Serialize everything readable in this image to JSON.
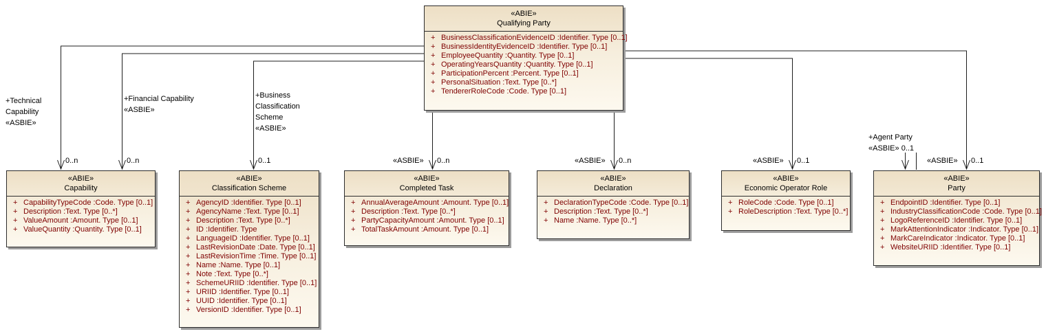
{
  "colors": {
    "attribute_text": "#7f0000",
    "box_fill_top": "#eddfc5",
    "box_fill_bottom": "#fdf9ef",
    "line": "#2b2b2b",
    "shadow": "#9c9c9c"
  },
  "classes": [
    {
      "id": "qualifying-party",
      "stereotype": "«ABIE»",
      "name": "Qualifying Party",
      "attributes": [
        {
          "vis": "+",
          "text": "BusinessClassificationEvidenceID  :Identifier. Type [0..1]"
        },
        {
          "vis": "+",
          "text": "BusinessIdentityEvidenceID  :Identifier. Type [0..1]"
        },
        {
          "vis": "+",
          "text": "EmployeeQuantity  :Quantity. Type [0..1]"
        },
        {
          "vis": "+",
          "text": "OperatingYearsQuantity  :Quantity. Type [0..1]"
        },
        {
          "vis": "+",
          "text": "ParticipationPercent  :Percent. Type [0..1]"
        },
        {
          "vis": "+",
          "text": "PersonalSituation  :Text. Type [0..*]"
        },
        {
          "vis": "+",
          "text": "TendererRoleCode  :Code. Type [0..1]"
        }
      ]
    },
    {
      "id": "capability",
      "stereotype": "«ABIE»",
      "name": "Capability",
      "attributes": [
        {
          "vis": "+",
          "text": "CapabilityTypeCode  :Code. Type [0..1]"
        },
        {
          "vis": "+",
          "text": "Description  :Text. Type [0..*]"
        },
        {
          "vis": "+",
          "text": "ValueAmount  :Amount. Type [0..1]"
        },
        {
          "vis": "+",
          "text": "ValueQuantity  :Quantity. Type [0..1]"
        }
      ]
    },
    {
      "id": "classification-scheme",
      "stereotype": "«ABIE»",
      "name": "Classification Scheme",
      "attributes": [
        {
          "vis": "+",
          "text": "AgencyID  :Identifier. Type [0..1]"
        },
        {
          "vis": "+",
          "text": "AgencyName  :Text. Type [0..1]"
        },
        {
          "vis": "+",
          "text": "Description  :Text. Type [0..*]"
        },
        {
          "vis": "+",
          "text": "ID  :Identifier. Type"
        },
        {
          "vis": "+",
          "text": "LanguageID  :Identifier. Type [0..1]"
        },
        {
          "vis": "+",
          "text": "LastRevisionDate  :Date. Type [0..1]"
        },
        {
          "vis": "+",
          "text": "LastRevisionTime  :Time. Type [0..1]"
        },
        {
          "vis": "+",
          "text": "Name  :Name. Type [0..1]"
        },
        {
          "vis": "+",
          "text": "Note  :Text. Type [0..*]"
        },
        {
          "vis": "+",
          "text": "SchemeURIID  :Identifier. Type [0..1]"
        },
        {
          "vis": "+",
          "text": "URIID  :Identifier. Type [0..1]"
        },
        {
          "vis": "+",
          "text": "UUID  :Identifier. Type [0..1]"
        },
        {
          "vis": "+",
          "text": "VersionID  :Identifier. Type [0..1]"
        }
      ]
    },
    {
      "id": "completed-task",
      "stereotype": "«ABIE»",
      "name": "Completed Task",
      "attributes": [
        {
          "vis": "+",
          "text": "AnnualAverageAmount  :Amount. Type [0..1]"
        },
        {
          "vis": "+",
          "text": "Description  :Text. Type [0..*]"
        },
        {
          "vis": "+",
          "text": "PartyCapacityAmount  :Amount. Type [0..1]"
        },
        {
          "vis": "+",
          "text": "TotalTaskAmount  :Amount. Type [0..1]"
        }
      ]
    },
    {
      "id": "declaration",
      "stereotype": "«ABIE»",
      "name": "Declaration",
      "attributes": [
        {
          "vis": "+",
          "text": "DeclarationTypeCode  :Code. Type [0..1]"
        },
        {
          "vis": "+",
          "text": "Description  :Text. Type [0..*]"
        },
        {
          "vis": "+",
          "text": "Name  :Name. Type [0..*]"
        }
      ]
    },
    {
      "id": "economic-operator-role",
      "stereotype": "«ABIE»",
      "name": "Economic Operator Role",
      "attributes": [
        {
          "vis": "+",
          "text": "RoleCode  :Code. Type [0..1]"
        },
        {
          "vis": "+",
          "text": "RoleDescription  :Text. Type [0..*]"
        }
      ]
    },
    {
      "id": "party",
      "stereotype": "«ABIE»",
      "name": "Party",
      "attributes": [
        {
          "vis": "+",
          "text": "EndpointID  :Identifier. Type [0..1]"
        },
        {
          "vis": "+",
          "text": "IndustryClassificationCode  :Code. Type [0..1]"
        },
        {
          "vis": "+",
          "text": "LogoReferenceID  :Identifier. Type [0..1]"
        },
        {
          "vis": "+",
          "text": "MarkAttentionIndicator  :Indicator. Type [0..1]"
        },
        {
          "vis": "+",
          "text": "MarkCareIndicator  :Indicator. Type [0..1]"
        },
        {
          "vis": "+",
          "text": "WebsiteURIID  :Identifier. Type [0..1]"
        }
      ]
    }
  ],
  "edge_labels": {
    "technical_capability": [
      "+Technical",
      "Capability",
      "«ASBIE»"
    ],
    "financial_capability": [
      "+Financial Capability",
      "«ASBIE»"
    ],
    "business_classification_scheme": [
      "+Business",
      "Classification",
      "Scheme",
      "«ASBIE»"
    ],
    "agent_party": [
      "+Agent Party",
      "«ASBIE» 0..1"
    ]
  },
  "stereotype_labels": {
    "completed_task": "«ASBIE»",
    "declaration": "«ASBIE»",
    "economic_operator_role": "«ASBIE»",
    "party": "«ASBIE»"
  },
  "multiplicities": {
    "capability_technical": "0..n",
    "capability_financial": "0..n",
    "classification_scheme": "0..1",
    "completed_task": "0..n",
    "declaration": "0..n",
    "economic_operator_role": "0..1",
    "party": "0..1"
  }
}
